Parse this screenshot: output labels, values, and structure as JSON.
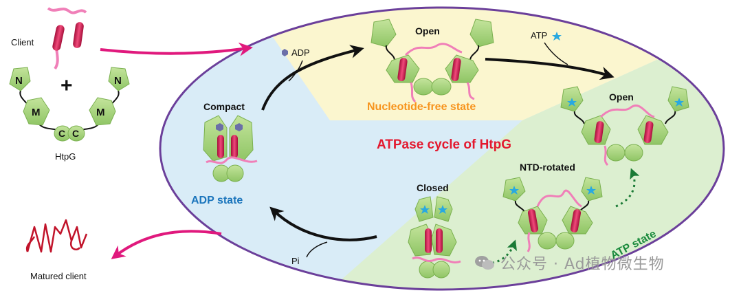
{
  "title": "ATPase cycle of HtpG",
  "left": {
    "client_label": "Client",
    "htpg_label": "HtpG",
    "domain_n": "N",
    "domain_m": "M",
    "domain_c": "C",
    "plus": "+",
    "matured_label": "Matured client"
  },
  "states": {
    "adp_state": "ADP state",
    "nucleotide_free_state": "Nucleotide-free state",
    "atp_state": "ATP state"
  },
  "conformations": {
    "compact": "Compact",
    "open_top": "Open",
    "open_right": "Open",
    "ntd_rotated": "NTD-rotated",
    "closed": "Closed"
  },
  "ligands": {
    "adp": "ADP",
    "atp": "ATP",
    "pi": "Pi"
  },
  "watermark": "公众号 · Ad植物微生物",
  "colors": {
    "ellipse_border": "#6b3f9a",
    "adp_region": "#d9ecf7",
    "nucleotide_free_region": "#fbf6cf",
    "atp_region": "#dcefd0",
    "protein_green": "#a6d27a",
    "helix_red": "#d7194f",
    "client_pink": "#f07fb8",
    "magenta_arrow": "#e0197d",
    "title_red": "#e3192f",
    "adp_blue": "#1b75bc",
    "orange": "#f7941d",
    "atp_green": "#1a8a3c",
    "adp_hex": "#6b6fa8",
    "atp_star": "#29a9e0"
  }
}
